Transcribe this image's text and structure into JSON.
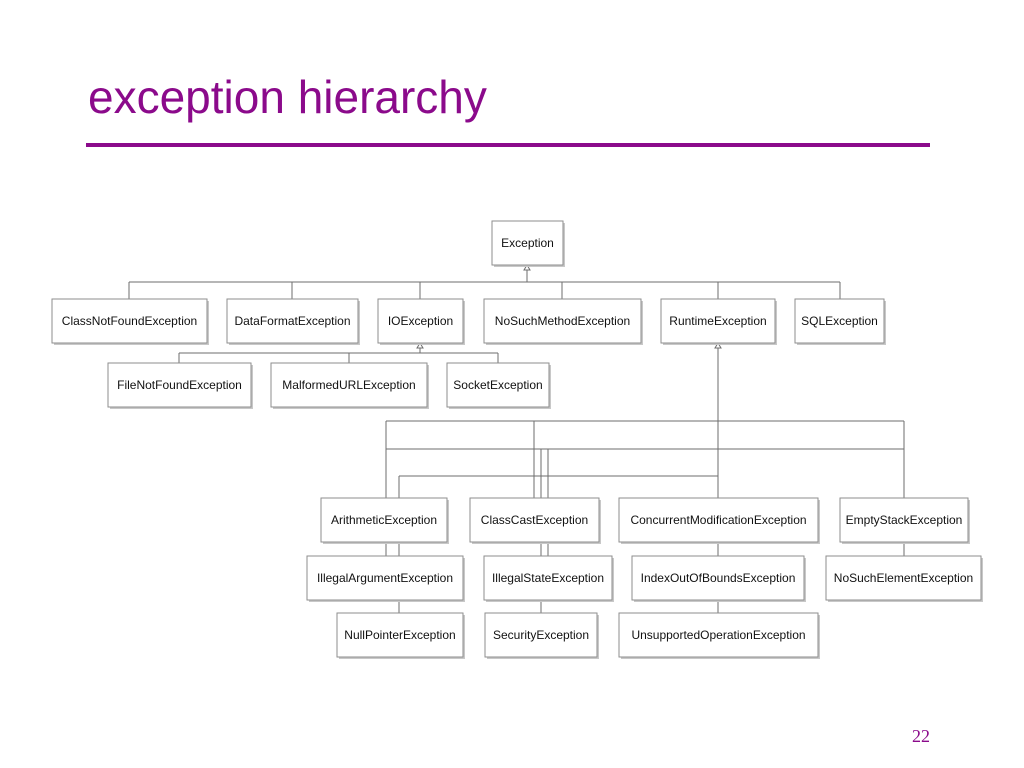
{
  "slide": {
    "title": "exception hierarchy",
    "page_number": "22"
  },
  "colors": {
    "accent": "#8b0a8b",
    "box_border": "#8e8e8e",
    "line": "#6e6e6e"
  },
  "diagram": {
    "nodes": [
      {
        "id": "exception",
        "label": "Exception"
      },
      {
        "id": "classnotfound",
        "label": "ClassNotFoundException"
      },
      {
        "id": "dataformat",
        "label": "DataFormatException"
      },
      {
        "id": "ioexception",
        "label": "IOException"
      },
      {
        "id": "nosuchmethod",
        "label": "NoSuchMethodException"
      },
      {
        "id": "runtime",
        "label": "RuntimeException"
      },
      {
        "id": "sqlexception",
        "label": "SQLException"
      },
      {
        "id": "filenotfound",
        "label": "FileNotFoundException"
      },
      {
        "id": "malformedurl",
        "label": "MalformedURLException"
      },
      {
        "id": "socket",
        "label": "SocketException"
      },
      {
        "id": "arithmetic",
        "label": "ArithmeticException"
      },
      {
        "id": "classcast",
        "label": "ClassCastException"
      },
      {
        "id": "concurrentmod",
        "label": "ConcurrentModificationException"
      },
      {
        "id": "emptystack",
        "label": "EmptyStackException"
      },
      {
        "id": "illegalargument",
        "label": "IllegalArgumentException"
      },
      {
        "id": "illegalstate",
        "label": "IllegalStateException"
      },
      {
        "id": "indexoutofbounds",
        "label": "IndexOutOfBoundsException"
      },
      {
        "id": "nosuchelement",
        "label": "NoSuchElementException"
      },
      {
        "id": "nullpointer",
        "label": "NullPointerException"
      },
      {
        "id": "security",
        "label": "SecurityException"
      },
      {
        "id": "unsupportedop",
        "label": "UnsupportedOperationException"
      }
    ],
    "inheritance": [
      {
        "parent": "exception",
        "children": [
          "classnotfound",
          "dataformat",
          "ioexception",
          "nosuchmethod",
          "runtime",
          "sqlexception"
        ]
      },
      {
        "parent": "ioexception",
        "children": [
          "filenotfound",
          "malformedurl",
          "socket"
        ]
      },
      {
        "parent": "runtime",
        "children": [
          "arithmetic",
          "classcast",
          "concurrentmod",
          "emptystack",
          "illegalargument",
          "illegalstate",
          "indexoutofbounds",
          "nosuchelement",
          "nullpointer",
          "security",
          "unsupportedop"
        ]
      }
    ]
  }
}
